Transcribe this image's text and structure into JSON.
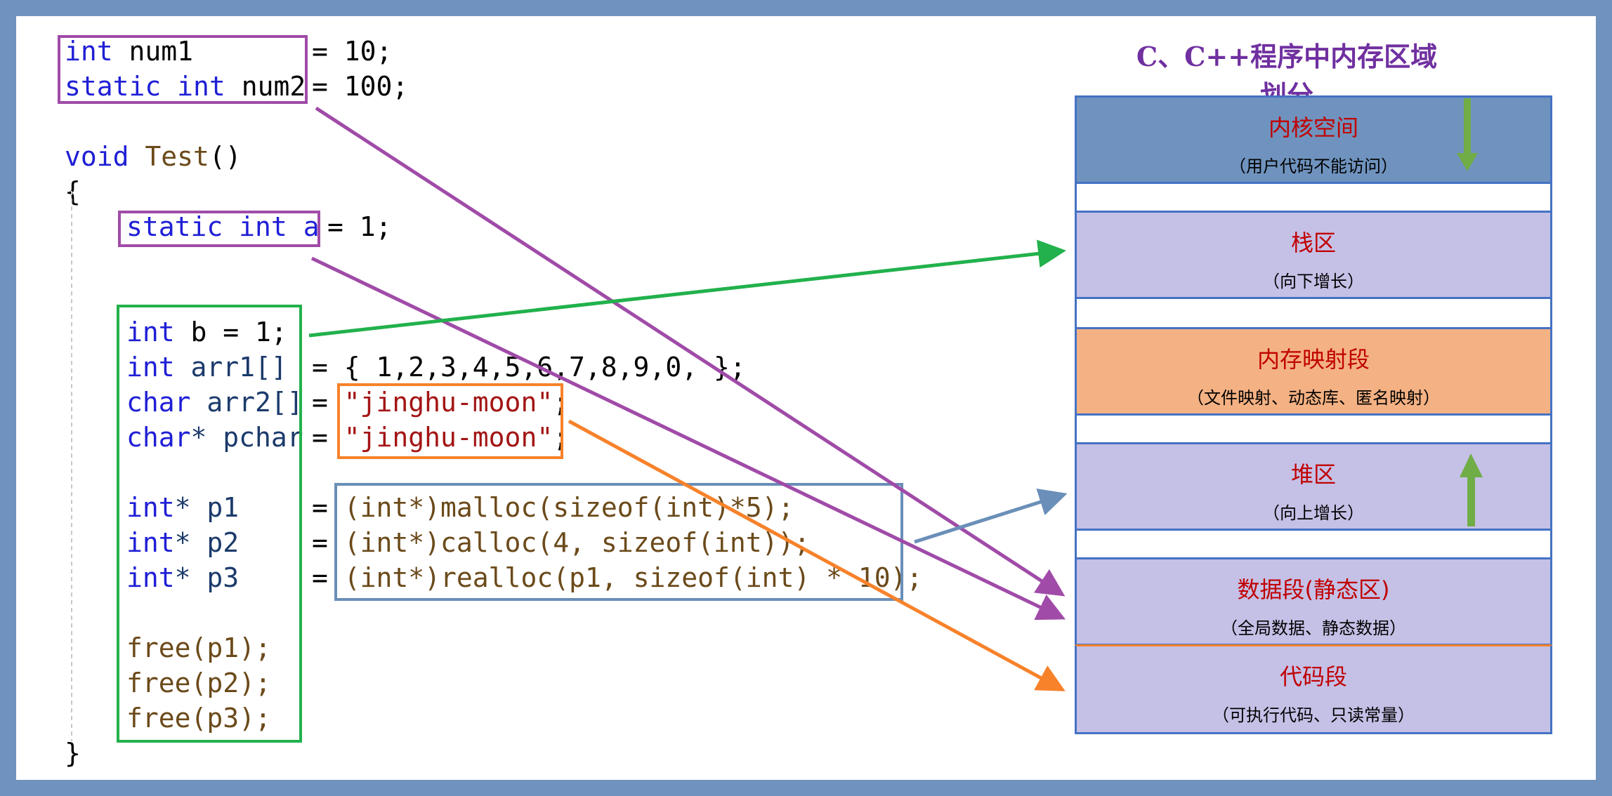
{
  "title": "C、C++程序中内存区域划分",
  "code": {
    "l1": {
      "kw": "int",
      "name": " num1",
      "rest": "= 10;"
    },
    "l2": {
      "kw1": "static",
      "kw2": "int",
      "name": " num2",
      "rest": "= 100;"
    },
    "l4": {
      "kw": "void",
      "fn": "Test",
      "rest": "()"
    },
    "brace_open": "{",
    "l6": {
      "kw1": "static",
      "kw2": "int",
      "name": " a",
      "rest": "= 1;"
    },
    "l8": {
      "kw": "int",
      "rest": " b = 1;"
    },
    "l9": {
      "kw": "int",
      "name": " arr1[]",
      "rest": "= { 1,2,3,4,5,6,7,8,9,0, };"
    },
    "l10": {
      "kw": "char",
      "name": " arr2[]",
      "eq": "=",
      "str": "\"jinghu-moon\"",
      "end": ";"
    },
    "l11": {
      "kw": "char",
      "name": "* pchar",
      "eq": "=",
      "str": "\"jinghu-moon\"",
      "end": ";"
    },
    "l13": {
      "kw": "int",
      "name": "* p1",
      "eq": "=",
      "expr": "(int*)malloc(sizeof(int)*5);"
    },
    "l14": {
      "kw": "int",
      "name": "* p2",
      "eq": "=",
      "expr": "(int*)calloc(4, sizeof(int));"
    },
    "l15": {
      "kw": "int",
      "name": "* p3",
      "eq": "=",
      "expr": "(int*)realloc(p1, sizeof(int) * 10);"
    },
    "l17": "free(p1);",
    "l18": "free(p2);",
    "l19": "free(p3);",
    "brace_close": "}"
  },
  "segments": {
    "kernel": {
      "name": "内核空间",
      "desc": "（用户代码不能访问）"
    },
    "stack": {
      "name": "栈区",
      "desc": "（向下增长）"
    },
    "mmap": {
      "name": "内存映射段",
      "desc": "（文件映射、动态库、匿名映射）"
    },
    "heap": {
      "name": "堆区",
      "desc": "（向上增长）"
    },
    "data": {
      "name": "数据段(静态区)",
      "desc": "（全局数据、静态数据）"
    },
    "text": {
      "name": "代码段",
      "desc": "（可执行代码、只读常量）"
    }
  },
  "colors": {
    "kernel_bg": "#6f93be",
    "segment_bg": "#c5c0e6",
    "mmap_bg": "#f4b183",
    "segment_border": "#4472c4",
    "purple": "#a04ba8",
    "green": "#22b14c",
    "orange": "#f7822a",
    "blue": "#6a8fb8",
    "growth_arrow": "#70ad47"
  }
}
